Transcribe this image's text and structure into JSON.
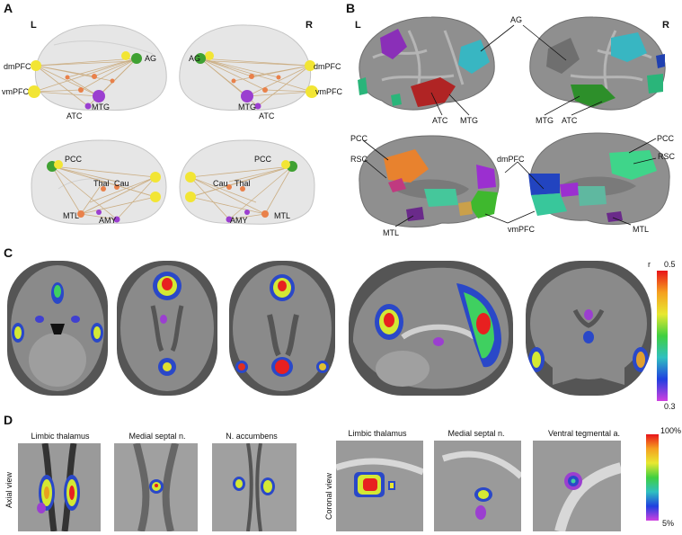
{
  "panels": {
    "A": "A",
    "B": "B",
    "C": "C",
    "D": "D"
  },
  "panelA": {
    "side_left": "L",
    "side_right": "R",
    "top_left": {
      "AG": "AG",
      "dmPFC": "dmPFC",
      "vmPFC": "vmPFC",
      "MTG": "MTG",
      "ATC": "ATC"
    },
    "top_right": {
      "AG": "AG",
      "dmPFC": "dmPFC",
      "vmPFC": "vmPFC",
      "MTG": "MTG",
      "ATC": "ATC"
    },
    "bottom_left": {
      "PCC": "PCC",
      "Thal": "Thal",
      "Cau": "Cau",
      "MTL": "MTL",
      "AMY": "AMY"
    },
    "bottom_right": {
      "PCC": "PCC",
      "Cau": "Cau",
      "Thal": "Thal",
      "MTL": "MTL",
      "AMY": "AMY"
    }
  },
  "panelB": {
    "side_left": "L",
    "side_right": "R",
    "labels": {
      "AG": "AG",
      "ATC_left": "ATC",
      "MTG_left": "MTG",
      "MTG_right": "MTG",
      "ATC_right": "ATC",
      "PCC_left": "PCC",
      "RSC_left": "RSC",
      "dmPFC": "dmPFC",
      "PCC_right": "PCC",
      "RSC_right": "RSC",
      "MTL_left": "MTL",
      "vmPFC": "vmPFC",
      "MTL_right": "MTL"
    }
  },
  "panelC": {
    "colorbar_label": "r",
    "colorbar_max": "0.5",
    "colorbar_min": "0.3"
  },
  "panelD": {
    "axial_view": "Axial view",
    "coronal_view": "Coronal view",
    "axial_titles": [
      "Limbic thalamus",
      "Medial septal n.",
      "N. accumbens"
    ],
    "coronal_titles": [
      "Limbic thalamus",
      "Medial septal n.",
      "Ventral tegmental a."
    ],
    "colorbar_max": "100%",
    "colorbar_min": "5%"
  },
  "colors": {
    "node_yellow": "#f2e534",
    "node_green": "#3fa132",
    "node_purple": "#9b3fd0",
    "node_orange": "#e9814a",
    "edge": "#c9a97a"
  }
}
